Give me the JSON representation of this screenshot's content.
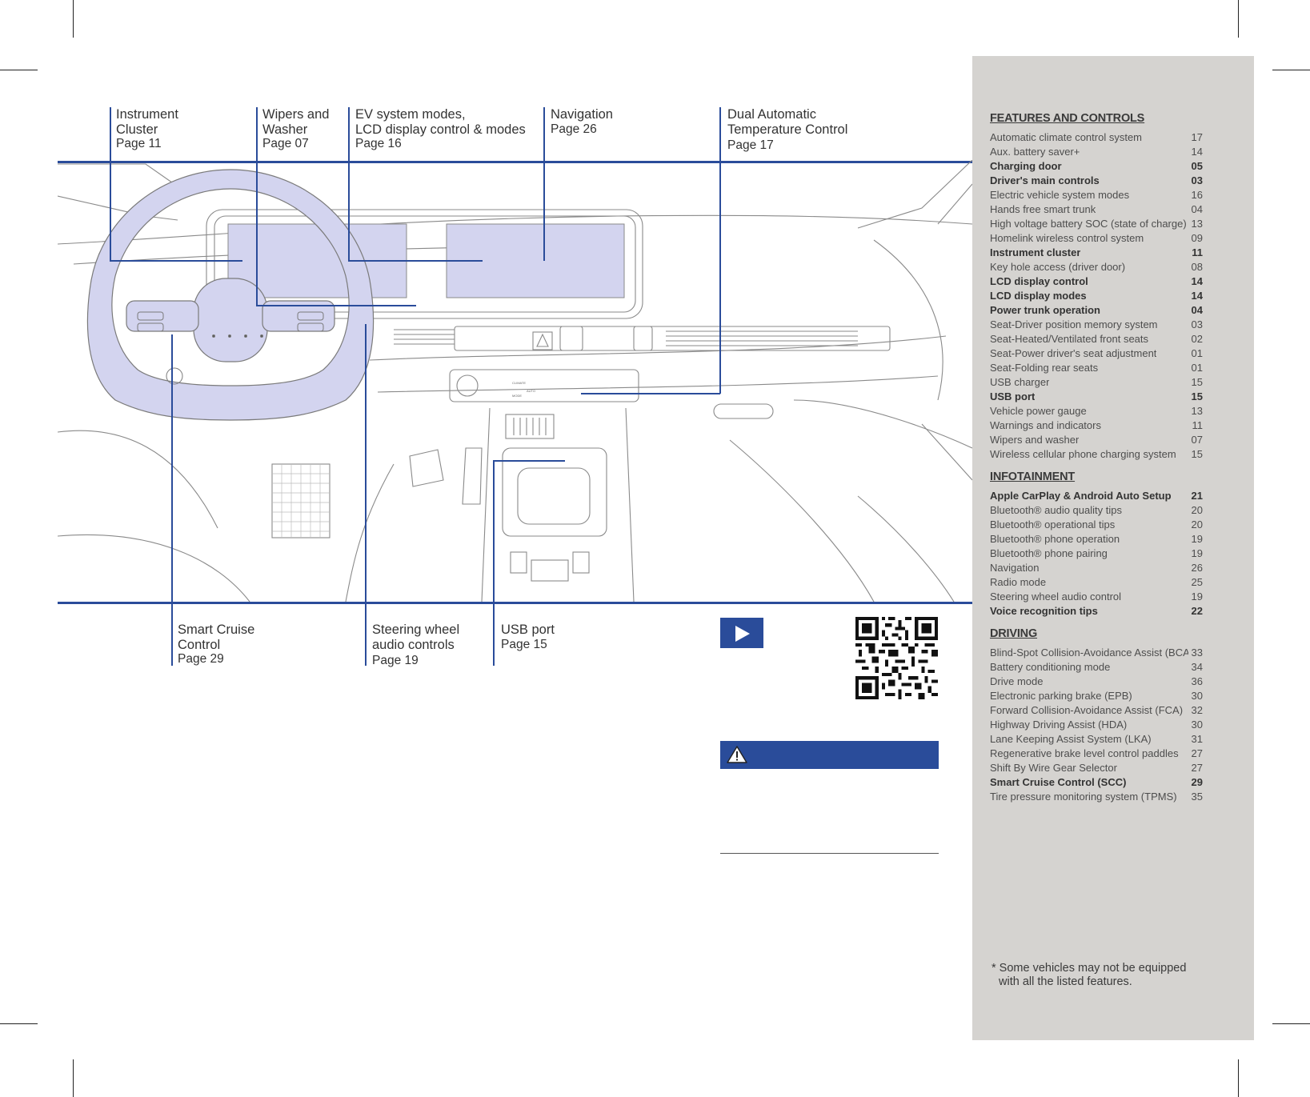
{
  "callouts_top": [
    {
      "label": "Instrument\nCluster",
      "page": "Page 11"
    },
    {
      "label": "Wipers and\nWasher",
      "page": "Page 07"
    },
    {
      "label": "EV system modes,\nLCD display control & modes",
      "page": "Page 16"
    },
    {
      "label": "Navigation",
      "page": "Page 26"
    },
    {
      "label": "Dual Automatic\nTemperature Control",
      "page": "Page 17"
    }
  ],
  "callouts_bottom": [
    {
      "label": "Smart Cruise\nControl",
      "page": "Page 29"
    },
    {
      "label": "Steering wheel\naudio controls",
      "page": "Page 19"
    },
    {
      "label": "USB port",
      "page": "Page 15"
    }
  ],
  "colors": {
    "accent": "#2a4c9a",
    "highlight": "#d3d4ef",
    "sidebar_bg": "#d5d3d0"
  },
  "icons": {
    "play": "play-icon",
    "warning": "warning-icon",
    "qr": "qr-code"
  },
  "sidebar": {
    "sections": [
      {
        "title": "FEATURES AND CONTROLS",
        "items": [
          {
            "label": "Automatic climate control system",
            "page": "17",
            "bold": false
          },
          {
            "label": "Aux. battery saver+",
            "page": "14",
            "bold": false
          },
          {
            "label": "Charging door",
            "page": "05",
            "bold": true
          },
          {
            "label": "Driver's main controls",
            "page": "03",
            "bold": true
          },
          {
            "label": "Electric vehicle system modes",
            "page": "16",
            "bold": false
          },
          {
            "label": "Hands free smart trunk",
            "page": "04",
            "bold": false
          },
          {
            "label": "High voltage battery SOC (state of charge) gauge",
            "page": "13",
            "bold": false
          },
          {
            "label": "Homelink wireless control system",
            "page": "09",
            "bold": false
          },
          {
            "label": "Instrument cluster",
            "page": "11",
            "bold": true
          },
          {
            "label": "Key hole access (driver door)",
            "page": "08",
            "bold": false
          },
          {
            "label": "LCD display control",
            "page": "14",
            "bold": true
          },
          {
            "label": "LCD display modes",
            "page": "14",
            "bold": true
          },
          {
            "label": "Power trunk operation",
            "page": "04",
            "bold": true
          },
          {
            "label": "Seat-Driver position memory system",
            "page": "03",
            "bold": false
          },
          {
            "label": "Seat-Heated/Ventilated front seats",
            "page": "02",
            "bold": false
          },
          {
            "label": "Seat-Power driver's seat adjustment",
            "page": "01",
            "bold": false
          },
          {
            "label": "Seat-Folding rear seats",
            "page": "01",
            "bold": false
          },
          {
            "label": "USB charger",
            "page": "15",
            "bold": false
          },
          {
            "label": "USB port",
            "page": "15",
            "bold": true
          },
          {
            "label": "Vehicle power gauge",
            "page": "13",
            "bold": false
          },
          {
            "label": "Warnings and indicators",
            "page": "11",
            "bold": false
          },
          {
            "label": "Wipers and washer",
            "page": "07",
            "bold": false
          },
          {
            "label": "Wireless cellular phone charging system",
            "page": "15",
            "bold": false
          }
        ]
      },
      {
        "title": "INFOTAINMENT",
        "items": [
          {
            "label": "Apple CarPlay & Android Auto Setup",
            "page": "21",
            "bold": true
          },
          {
            "label": "Bluetooth® audio quality tips",
            "page": "20",
            "bold": false
          },
          {
            "label": "Bluetooth® operational tips",
            "page": "20",
            "bold": false
          },
          {
            "label": "Bluetooth® phone operation",
            "page": "19",
            "bold": false
          },
          {
            "label": "Bluetooth® phone pairing",
            "page": "19",
            "bold": false
          },
          {
            "label": "Navigation",
            "page": "26",
            "bold": false
          },
          {
            "label": "Radio mode",
            "page": "25",
            "bold": false
          },
          {
            "label": "Steering wheel audio control",
            "page": "19",
            "bold": false
          },
          {
            "label": "Voice recognition tips",
            "page": "22",
            "bold": true
          }
        ]
      },
      {
        "title": "DRIVING",
        "items": [
          {
            "label": "Blind-Spot Collision-Avoidance Assist (BCA)",
            "page": "33",
            "bold": false
          },
          {
            "label": "Battery conditioning mode",
            "page": "34",
            "bold": false
          },
          {
            "label": "Drive mode",
            "page": "36",
            "bold": false
          },
          {
            "label": "Electronic parking brake (EPB)",
            "page": "30",
            "bold": false
          },
          {
            "label": "Forward Collision-Avoidance Assist (FCA)",
            "page": "32",
            "bold": false
          },
          {
            "label": "Highway Driving Assist (HDA)",
            "page": "30",
            "bold": false
          },
          {
            "label": "Lane Keeping Assist System (LKA)",
            "page": "31",
            "bold": false
          },
          {
            "label": "Regenerative brake level control paddles",
            "page": "27",
            "bold": false
          },
          {
            "label": "Shift By Wire Gear Selector",
            "page": "27",
            "bold": false
          },
          {
            "label": "Smart Cruise Control (SCC)",
            "page": "29",
            "bold": true
          },
          {
            "label": "Tire pressure monitoring system (TPMS)",
            "page": "35",
            "bold": false
          }
        ]
      }
    ],
    "footnote_line1": "* Some vehicles may not be equipped",
    "footnote_line2": "with all the listed features."
  },
  "console_labels": {
    "climate": "CLIMATE",
    "auto": "AUTO",
    "mode": "MODE"
  }
}
